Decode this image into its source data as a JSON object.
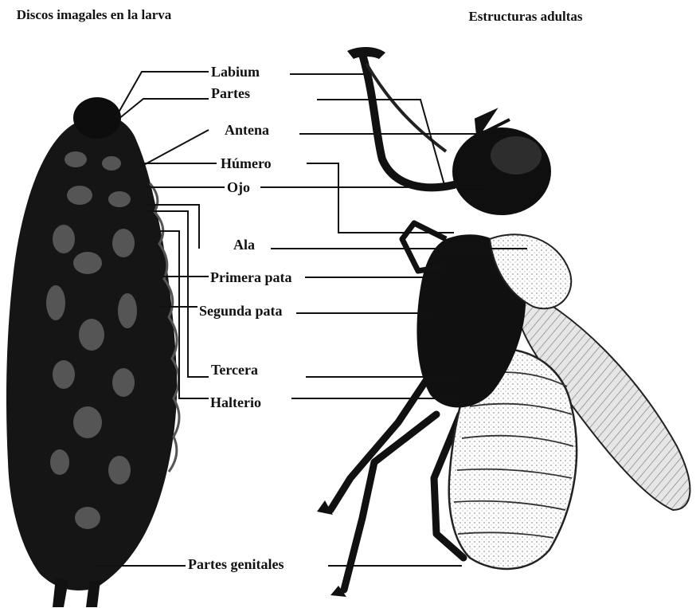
{
  "titles": {
    "left": "Discos imagales en la larva",
    "right": "Estructuras adultas"
  },
  "labels": {
    "labium": "Labium",
    "partes": "Partes",
    "antena": "Antena",
    "humero": "Húmero",
    "ojo": "Ojo",
    "ala": "Ala",
    "primera_pata": "Primera pata",
    "segunda_pata": "Segunda pata",
    "tercera": "Tercera",
    "halterio": "Halterio",
    "partes_genitales": "Partes genitales"
  },
  "figures": {
    "left": "larva",
    "right": "adult-fly"
  }
}
